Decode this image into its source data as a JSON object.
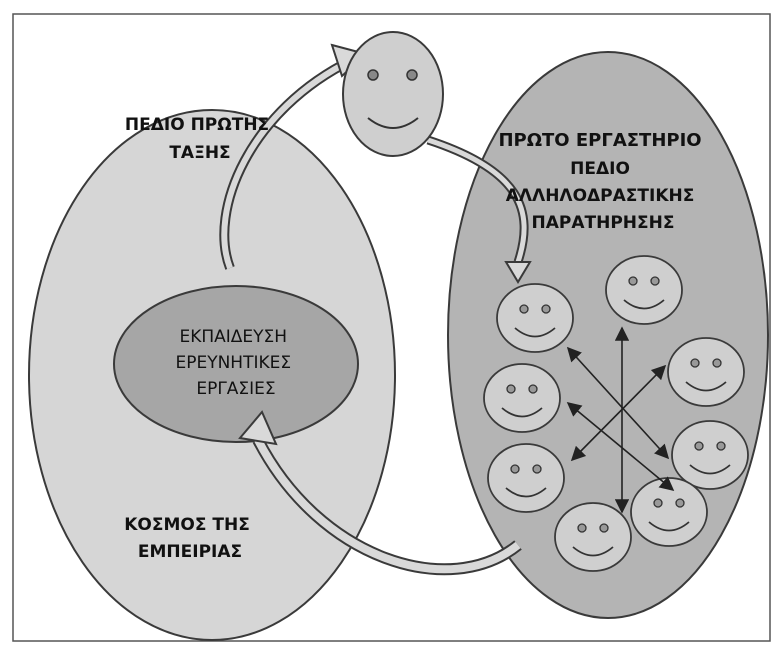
{
  "left_field": {
    "title_lines": [
      "ΠΕΔΙΟ ΠΡΩΤΗΣ",
      "ΤΑΞΗΣ"
    ],
    "inner_lines": [
      "ΕΚΠΑΙΔΕΥΣΗ",
      "ΕΡΕΥΝΗΤΙΚΕΣ",
      "ΕΡΓΑΣΙΕΣ"
    ],
    "bottom_lines": [
      "ΚΟΣΜΟΣ ΤΗΣ",
      "ΕΜΠΕΙΡΙΑΣ"
    ]
  },
  "right_field": {
    "title_lines": [
      "ΠΡΩΤΟ ΕΡΓΑΣΤΗΡΙΟ",
      "ΠΕΔΙΟ",
      "ΑΛΛΗΛΟΔΡΑΣΤΙΚΗΣ",
      "ΠΑΡΑΤΗΡΗΣΗΣ"
    ],
    "face_count": 8
  },
  "colors": {
    "left_ellipse": "#d6d6d6",
    "right_ellipse": "#b4b4b4",
    "inner_ellipse": "#a6a6a6",
    "face": "#cfcfcf",
    "outline": "#3a3a3a"
  }
}
